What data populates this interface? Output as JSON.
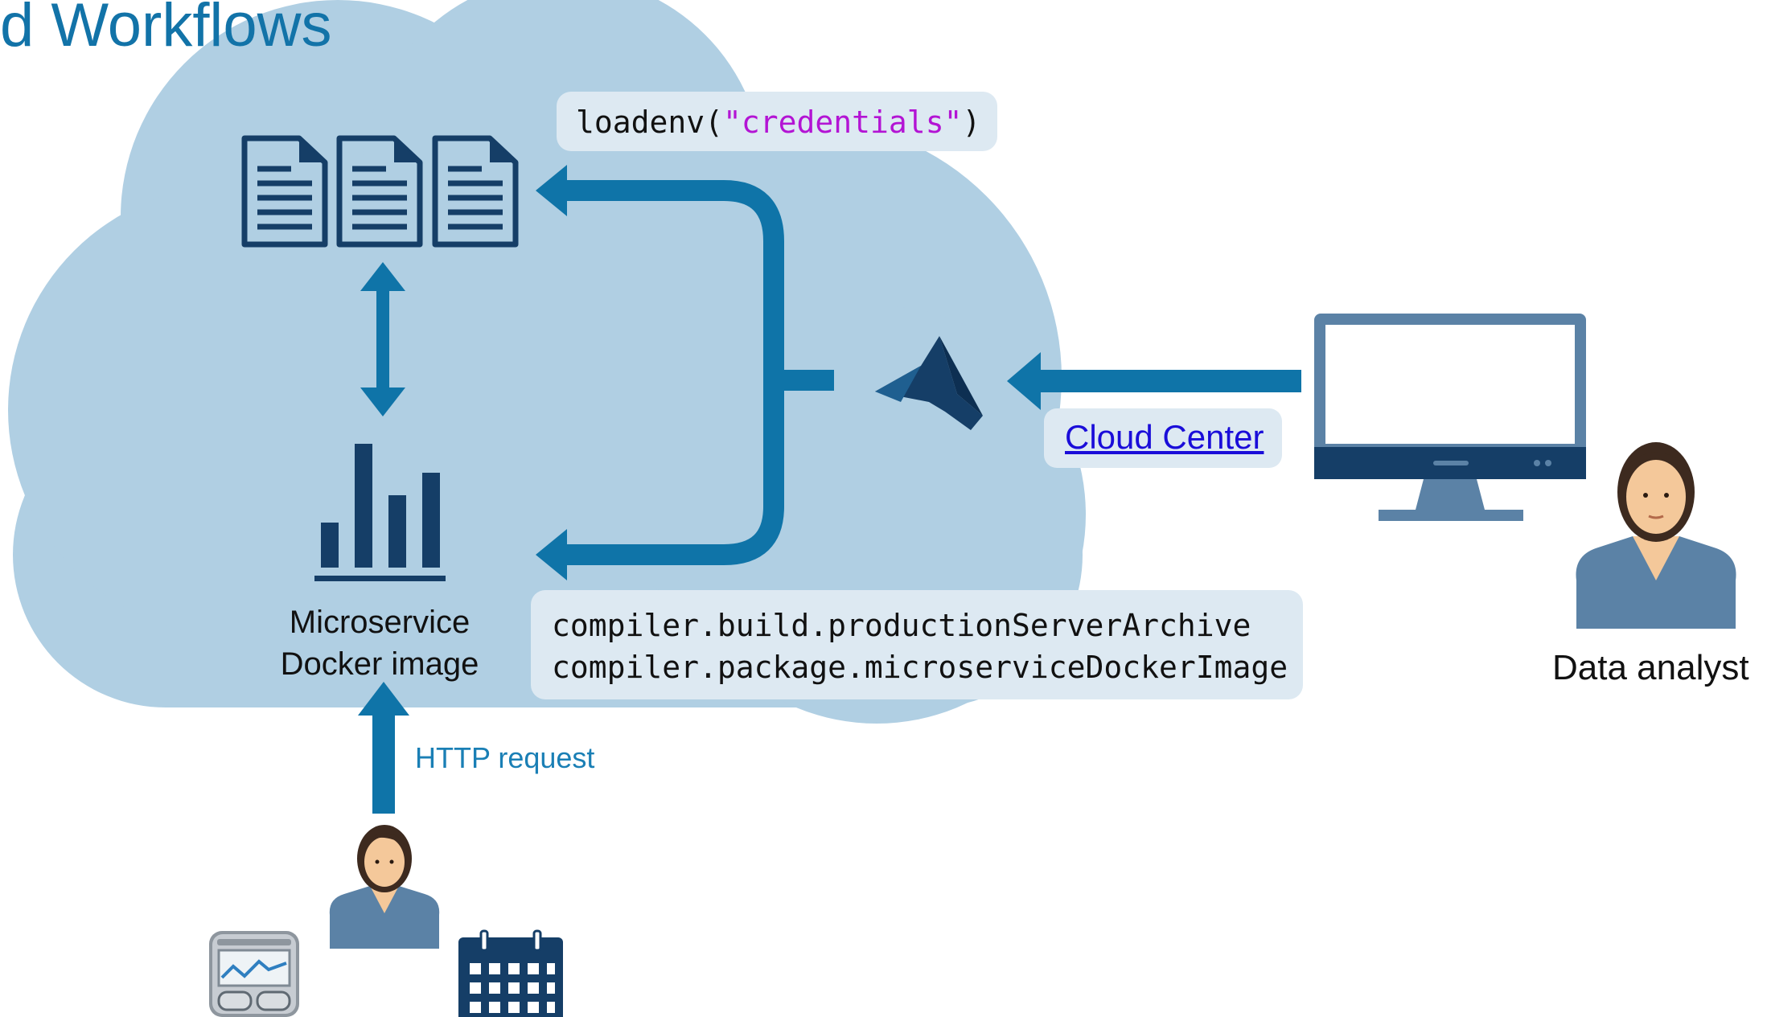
{
  "title": "d Workflows",
  "code_loadenv": {
    "fn": "loadenv(",
    "arg": "\"credentials\"",
    "close": ")"
  },
  "code_compiler": {
    "line1": "compiler.build.productionServerArchive",
    "line2": "compiler.package.microserviceDockerImage"
  },
  "microservice_label": {
    "line1": "Microservice",
    "line2": "Docker image"
  },
  "cloud_center_link": "Cloud Center",
  "http_label": "HTTP request",
  "data_analyst_label": "Data analyst",
  "colors": {
    "cloud": "#b0cfe3",
    "arrow": "#0f74a8",
    "icon_dark": "#153e67",
    "title": "#1273a8",
    "code_bg": "#dde9f2",
    "string": "#b314d4",
    "link": "#1a0dd9",
    "monitor": "#5b82a6"
  },
  "icons": [
    "document-icon",
    "bar-chart-icon",
    "matlab-logo-icon",
    "monitor-icon",
    "person-icon",
    "dashboard-app-icon",
    "calendar-icon"
  ]
}
